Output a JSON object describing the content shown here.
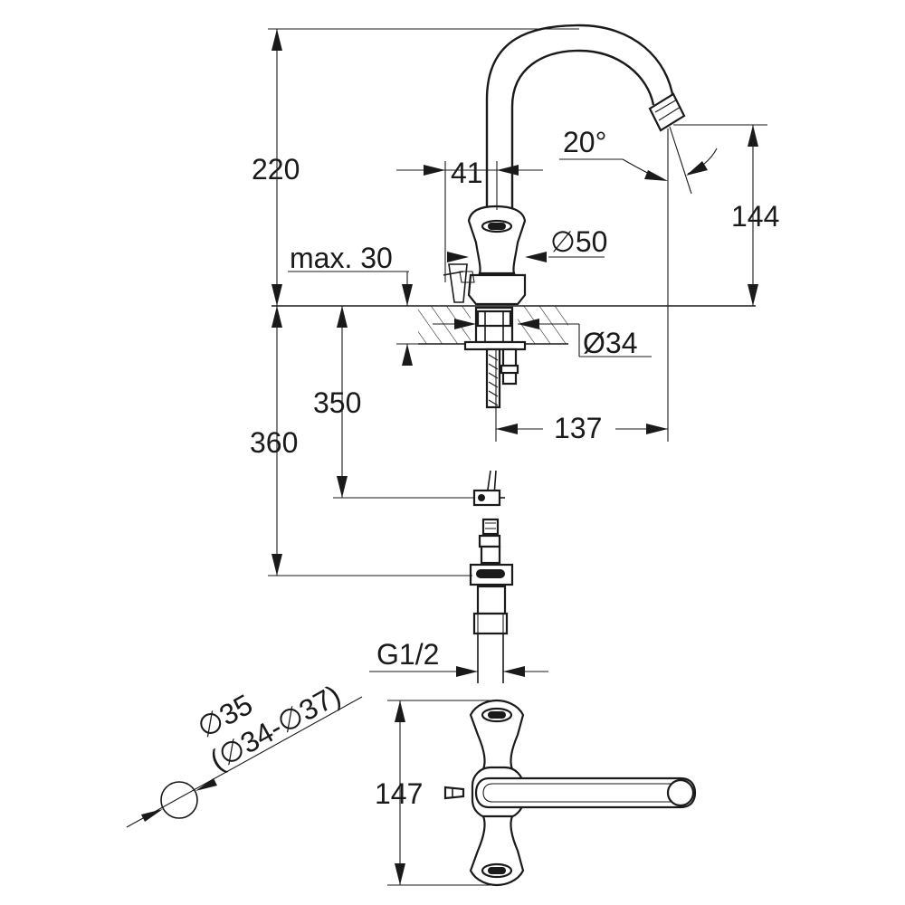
{
  "dimensions": {
    "overall_height": "220",
    "lever_width": "41",
    "spout_angle": "20°",
    "spout_height": "144",
    "body_diameter": "∅50",
    "max_thickness": "max. 30",
    "shank_diameter": "Ø34",
    "hose_length": "350",
    "total_depth": "360",
    "spout_reach": "137",
    "connection_thread": "G1/2",
    "hole_diameter": "∅35",
    "hole_range": "(∅34-∅37)",
    "top_view_length": "147"
  }
}
